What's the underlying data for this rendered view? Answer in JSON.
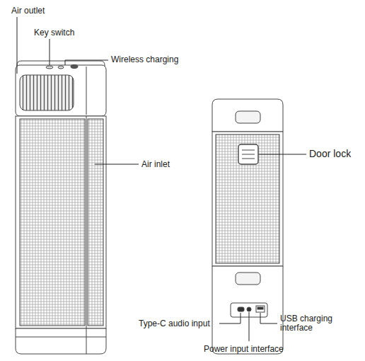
{
  "diagram": {
    "labels": [
      "Air outlet",
      "Key switch",
      "Wireless charging",
      "Air inlet",
      "Door lock",
      "Type-C audio input",
      "USB charging interface",
      "Power input interface"
    ]
  }
}
